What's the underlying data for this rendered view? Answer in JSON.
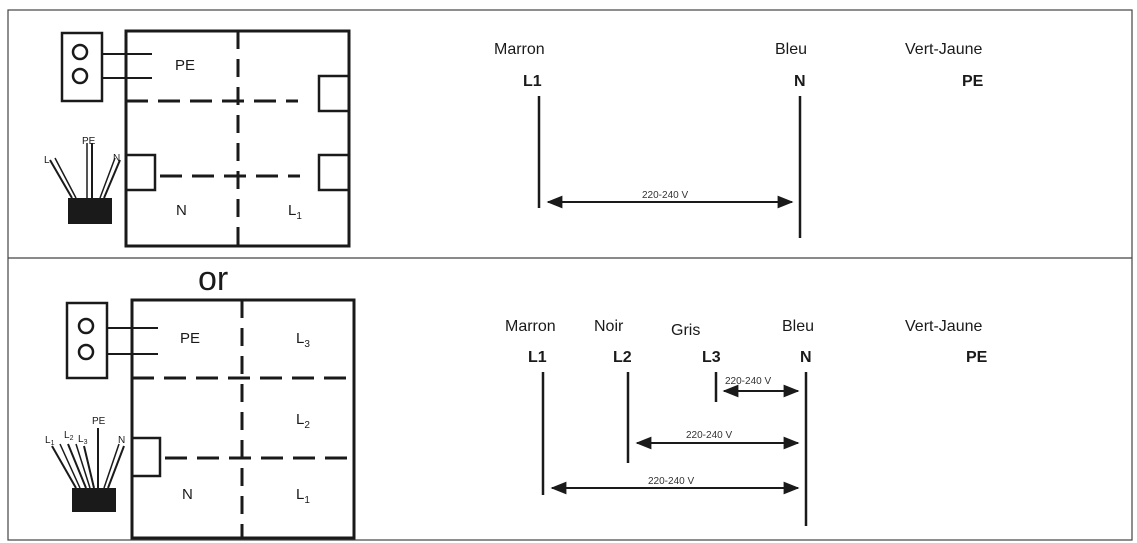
{
  "separator_word": "or",
  "top_panel": {
    "box": {
      "pe": "PE",
      "n": "N",
      "l1": "L",
      "l1_sub": "1"
    },
    "cable": {
      "left": "L",
      "center": "PE",
      "right": "N"
    },
    "columns": [
      {
        "color": "Marron",
        "code": "L1"
      },
      {
        "color": "Bleu",
        "code": "N"
      },
      {
        "color": "Vert-Jaune",
        "code": "PE"
      }
    ],
    "voltage": "220-240 V"
  },
  "bottom_panel": {
    "box": {
      "pe": "PE",
      "l3": "L",
      "l3_sub": "3",
      "l2": "L",
      "l2_sub": "2",
      "n": "N",
      "l1": "L",
      "l1_sub": "1"
    },
    "cable": {
      "l1": "L",
      "l1_sub": "1",
      "l2": "L",
      "l2_sub": "2",
      "l3": "L",
      "l3_sub": "3",
      "pe": "PE",
      "n": "N"
    },
    "columns": [
      {
        "color": "Marron",
        "code": "L1"
      },
      {
        "color": "Noir",
        "code": "L2"
      },
      {
        "color": "Gris",
        "code": "L3"
      },
      {
        "color": "Bleu",
        "code": "N"
      },
      {
        "color": "Vert-Jaune",
        "code": "PE"
      }
    ],
    "voltages": [
      "220-240 V",
      "220-240 V",
      "220-240 V"
    ]
  }
}
